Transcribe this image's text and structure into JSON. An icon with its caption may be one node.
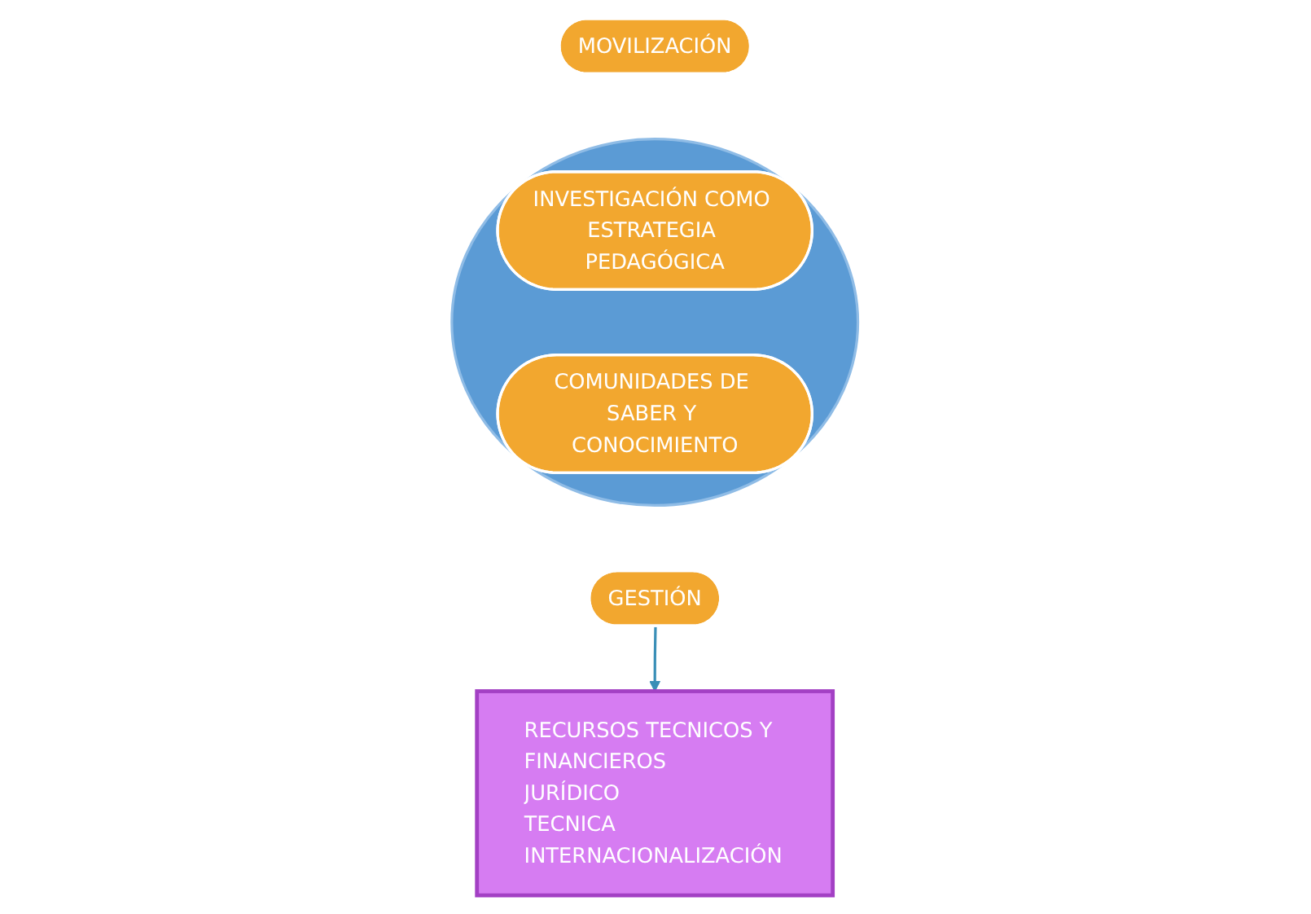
{
  "diagram": {
    "nodes": [
      {
        "text": [
          "MOVILIZACIÓN"
        ]
      },
      {
        "text": [],
        "shape": "circle"
      },
      {
        "text": [
          "INVESTIGACIÓN COMO ESTRATEGIA PEDAGÓGICA"
        ],
        "in": 1
      },
      {
        "text": [
          "COMUNIDADES DE SABER Y CONOCIMIENTO"
        ],
        "in": 1
      },
      {
        "text": [
          "GESTIÓN"
        ]
      },
      {
        "text": [
          "RECURSOS TECNICOS Y FINANCIEROS",
          "JURÍDICO",
          "TECNICA",
          "INTERNACIONALIZACIÓN"
        ]
      }
    ],
    "edges": [
      {
        "from": 4,
        "to": 5,
        "arrow": "to"
      }
    ]
  }
}
